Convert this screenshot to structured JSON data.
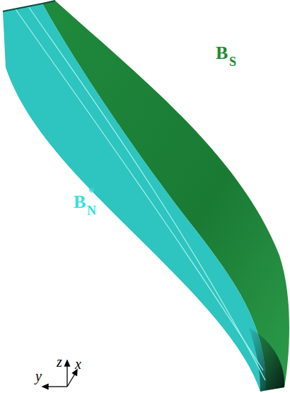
{
  "diagram": {
    "labels": [
      "B",
      "S",
      "B",
      "N",
      "*",
      "z",
      "x",
      "y"
    ]
  }
}
